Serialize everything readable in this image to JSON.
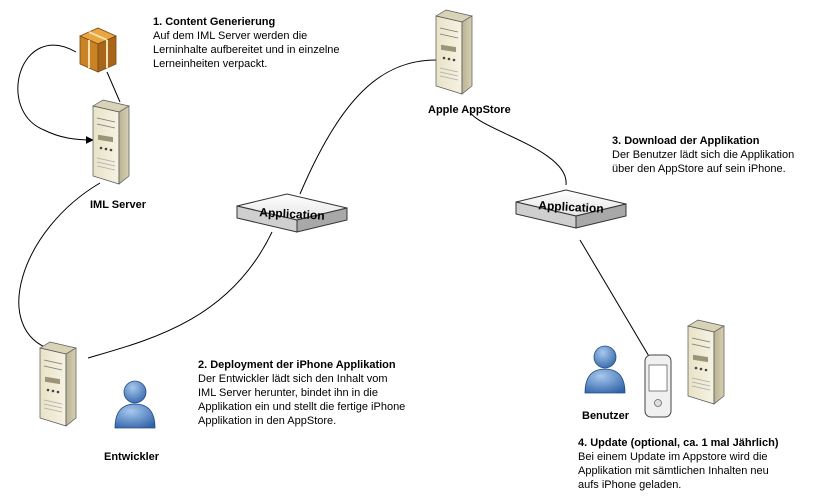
{
  "nodes": {
    "iml_server": "IML Server",
    "appstore": "Apple AppStore",
    "entwickler": "Entwickler",
    "benutzer": "Benutzer",
    "app_box_1": "Application",
    "app_box_2": "Application"
  },
  "steps": {
    "step1": {
      "title": "1. Content Generierung",
      "lines": [
        "Auf dem IML Server werden die",
        "Lerninhalte aufbereitet und in einzelne",
        "Lerneinheiten verpackt."
      ]
    },
    "step2": {
      "title": "2. Deployment der iPhone Applikation",
      "lines": [
        "Der Entwickler lädt sich den Inhalt vom",
        "IML Server herunter, bindet ihn in die",
        "Applikation ein und stellt die fertige iPhone",
        "Applikation in den AppStore."
      ]
    },
    "step3": {
      "title": "3. Download der Applikation",
      "lines": [
        "Der Benutzer lädt sich die Applikation",
        "über den AppStore auf sein iPhone."
      ]
    },
    "step4": {
      "title": "4. Update (optional, ca. 1 mal Jährlich)",
      "lines": [
        "Bei einem Update im Appstore wird die",
        "Applikation mit sämtlichen Inhalten neu",
        "aufs iPhone geladen."
      ]
    }
  }
}
